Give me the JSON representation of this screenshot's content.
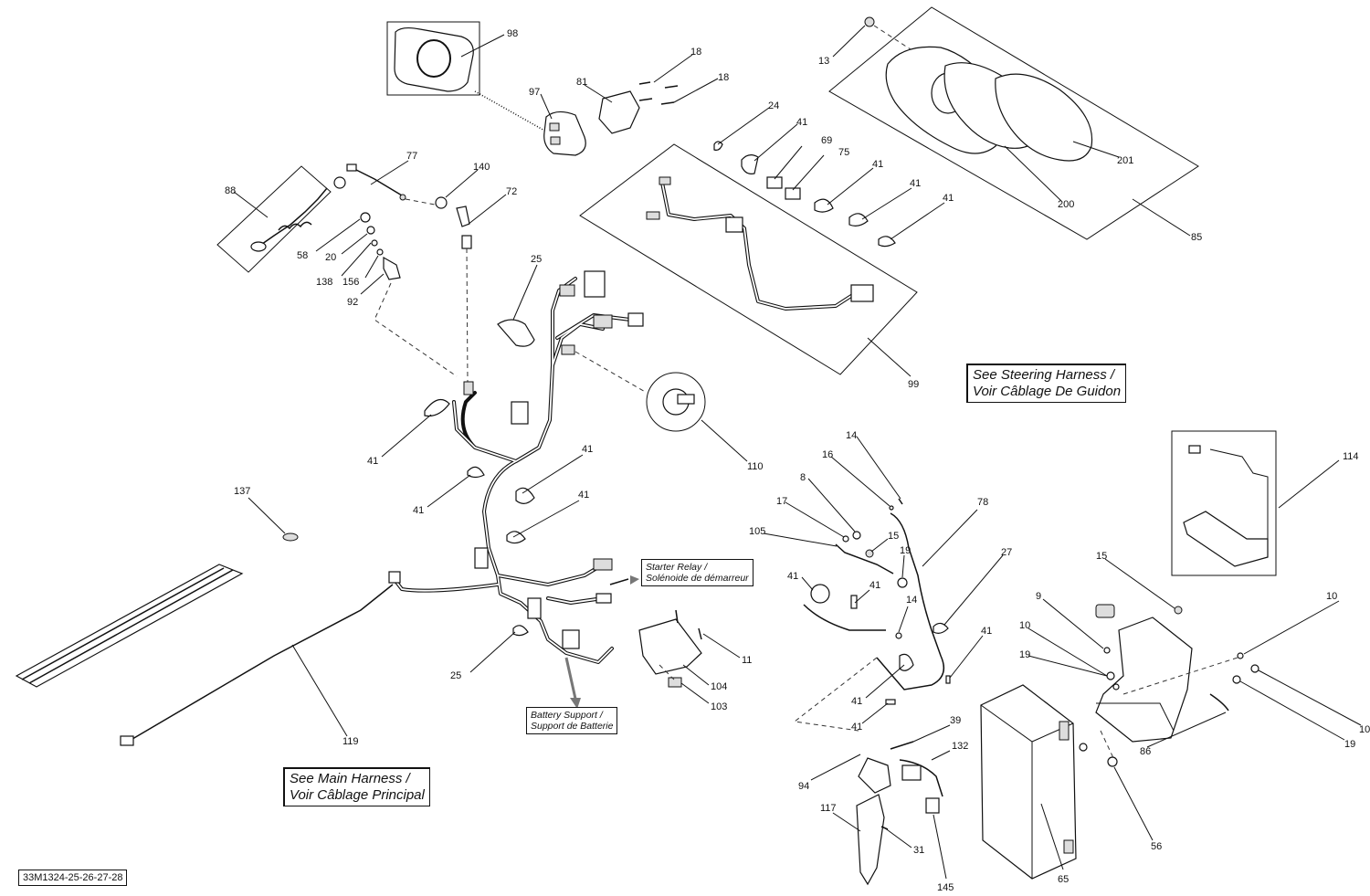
{
  "drawing_code": "33M1324-25-26-27-28",
  "notes": {
    "steering": [
      "See Steering Harness /",
      "Voir Câblage De Guidon"
    ],
    "main": [
      "See Main Harness /",
      "Voir Câblage Principal"
    ],
    "starter": [
      "Starter Relay /",
      "Solénoide de démarreur"
    ],
    "battery": [
      "Battery Support /",
      "Support de Batterie"
    ]
  },
  "callouts": [
    {
      "id": "c98",
      "label": "98"
    },
    {
      "id": "c18a",
      "label": "18"
    },
    {
      "id": "c18b",
      "label": "18"
    },
    {
      "id": "c81",
      "label": "81"
    },
    {
      "id": "c97",
      "label": "97"
    },
    {
      "id": "c13",
      "label": "13"
    },
    {
      "id": "c201",
      "label": "201"
    },
    {
      "id": "c200",
      "label": "200"
    },
    {
      "id": "c85",
      "label": "85"
    },
    {
      "id": "c24",
      "label": "24"
    },
    {
      "id": "c41a",
      "label": "41"
    },
    {
      "id": "c69",
      "label": "69"
    },
    {
      "id": "c75",
      "label": "75"
    },
    {
      "id": "c41b",
      "label": "41"
    },
    {
      "id": "c41c",
      "label": "41"
    },
    {
      "id": "c41d",
      "label": "41"
    },
    {
      "id": "c99",
      "label": "99"
    },
    {
      "id": "c88",
      "label": "88"
    },
    {
      "id": "c77",
      "label": "77"
    },
    {
      "id": "c140",
      "label": "140"
    },
    {
      "id": "c72",
      "label": "72"
    },
    {
      "id": "c58",
      "label": "58"
    },
    {
      "id": "c20",
      "label": "20"
    },
    {
      "id": "c138",
      "label": "138"
    },
    {
      "id": "c156",
      "label": "156"
    },
    {
      "id": "c92",
      "label": "92"
    },
    {
      "id": "c25a",
      "label": "25"
    },
    {
      "id": "c110",
      "label": "110"
    },
    {
      "id": "c41e",
      "label": "41"
    },
    {
      "id": "c41f",
      "label": "41"
    },
    {
      "id": "c41g",
      "label": "41"
    },
    {
      "id": "c41h",
      "label": "41"
    },
    {
      "id": "c137",
      "label": "137"
    },
    {
      "id": "c25b",
      "label": "25"
    },
    {
      "id": "c119",
      "label": "119"
    },
    {
      "id": "c11",
      "label": "11"
    },
    {
      "id": "c104",
      "label": "104"
    },
    {
      "id": "c103",
      "label": "103"
    },
    {
      "id": "c14a",
      "label": "14"
    },
    {
      "id": "c16",
      "label": "16"
    },
    {
      "id": "c8",
      "label": "8"
    },
    {
      "id": "c17",
      "label": "17"
    },
    {
      "id": "c105",
      "label": "105"
    },
    {
      "id": "c15a",
      "label": "15"
    },
    {
      "id": "c78",
      "label": "78"
    },
    {
      "id": "c19a",
      "label": "19"
    },
    {
      "id": "c27",
      "label": "27"
    },
    {
      "id": "c41i",
      "label": "41"
    },
    {
      "id": "c41j",
      "label": "41"
    },
    {
      "id": "c14b",
      "label": "14"
    },
    {
      "id": "c41k",
      "label": "41"
    },
    {
      "id": "c41l",
      "label": "41"
    },
    {
      "id": "c41m",
      "label": "41"
    },
    {
      "id": "c114",
      "label": "114"
    },
    {
      "id": "c15b",
      "label": "15"
    },
    {
      "id": "c9",
      "label": "9"
    },
    {
      "id": "c10a",
      "label": "10"
    },
    {
      "id": "c10b",
      "label": "10"
    },
    {
      "id": "c19b",
      "label": "19"
    },
    {
      "id": "c10c",
      "label": "10"
    },
    {
      "id": "c19c",
      "label": "19"
    },
    {
      "id": "c86",
      "label": "86"
    },
    {
      "id": "c39",
      "label": "39"
    },
    {
      "id": "c132",
      "label": "132"
    },
    {
      "id": "c94",
      "label": "94"
    },
    {
      "id": "c117",
      "label": "117"
    },
    {
      "id": "c31",
      "label": "31"
    },
    {
      "id": "c145",
      "label": "145"
    },
    {
      "id": "c65",
      "label": "65"
    },
    {
      "id": "c56",
      "label": "56"
    }
  ]
}
